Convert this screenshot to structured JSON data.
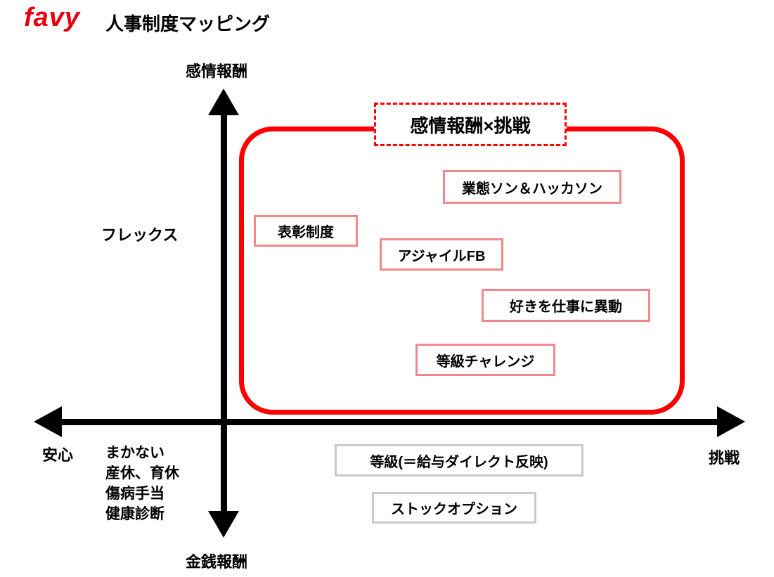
{
  "header": {
    "logo": "favy",
    "title": "人事制度マッピング"
  },
  "axes": {
    "top": "感情報酬",
    "bottom": "金銭報酬",
    "left": "安心",
    "right": "挑戦"
  },
  "region": {
    "label": "感情報酬×挑戦"
  },
  "items": {
    "inside": [
      {
        "label": "業態ソン＆ハッカソン"
      },
      {
        "label": "表彰制度"
      },
      {
        "label": "アジャイルFB"
      },
      {
        "label": "好きを仕事に異動"
      },
      {
        "label": "等級チャレンジ"
      }
    ],
    "flex_label": "フレックス",
    "bottom_left_list": [
      "まかない",
      "産休、育休",
      "傷病手当",
      "健康診断"
    ],
    "bottom_boxes": [
      "等級(＝給与ダイレクト反映)",
      "ストックオプション"
    ]
  },
  "colors": {
    "logo_red": "#e8000d",
    "region_red": "#ff0000",
    "item_pink": "#f4878c",
    "gray_border": "#c9c9c9",
    "axis_black": "#000000"
  }
}
